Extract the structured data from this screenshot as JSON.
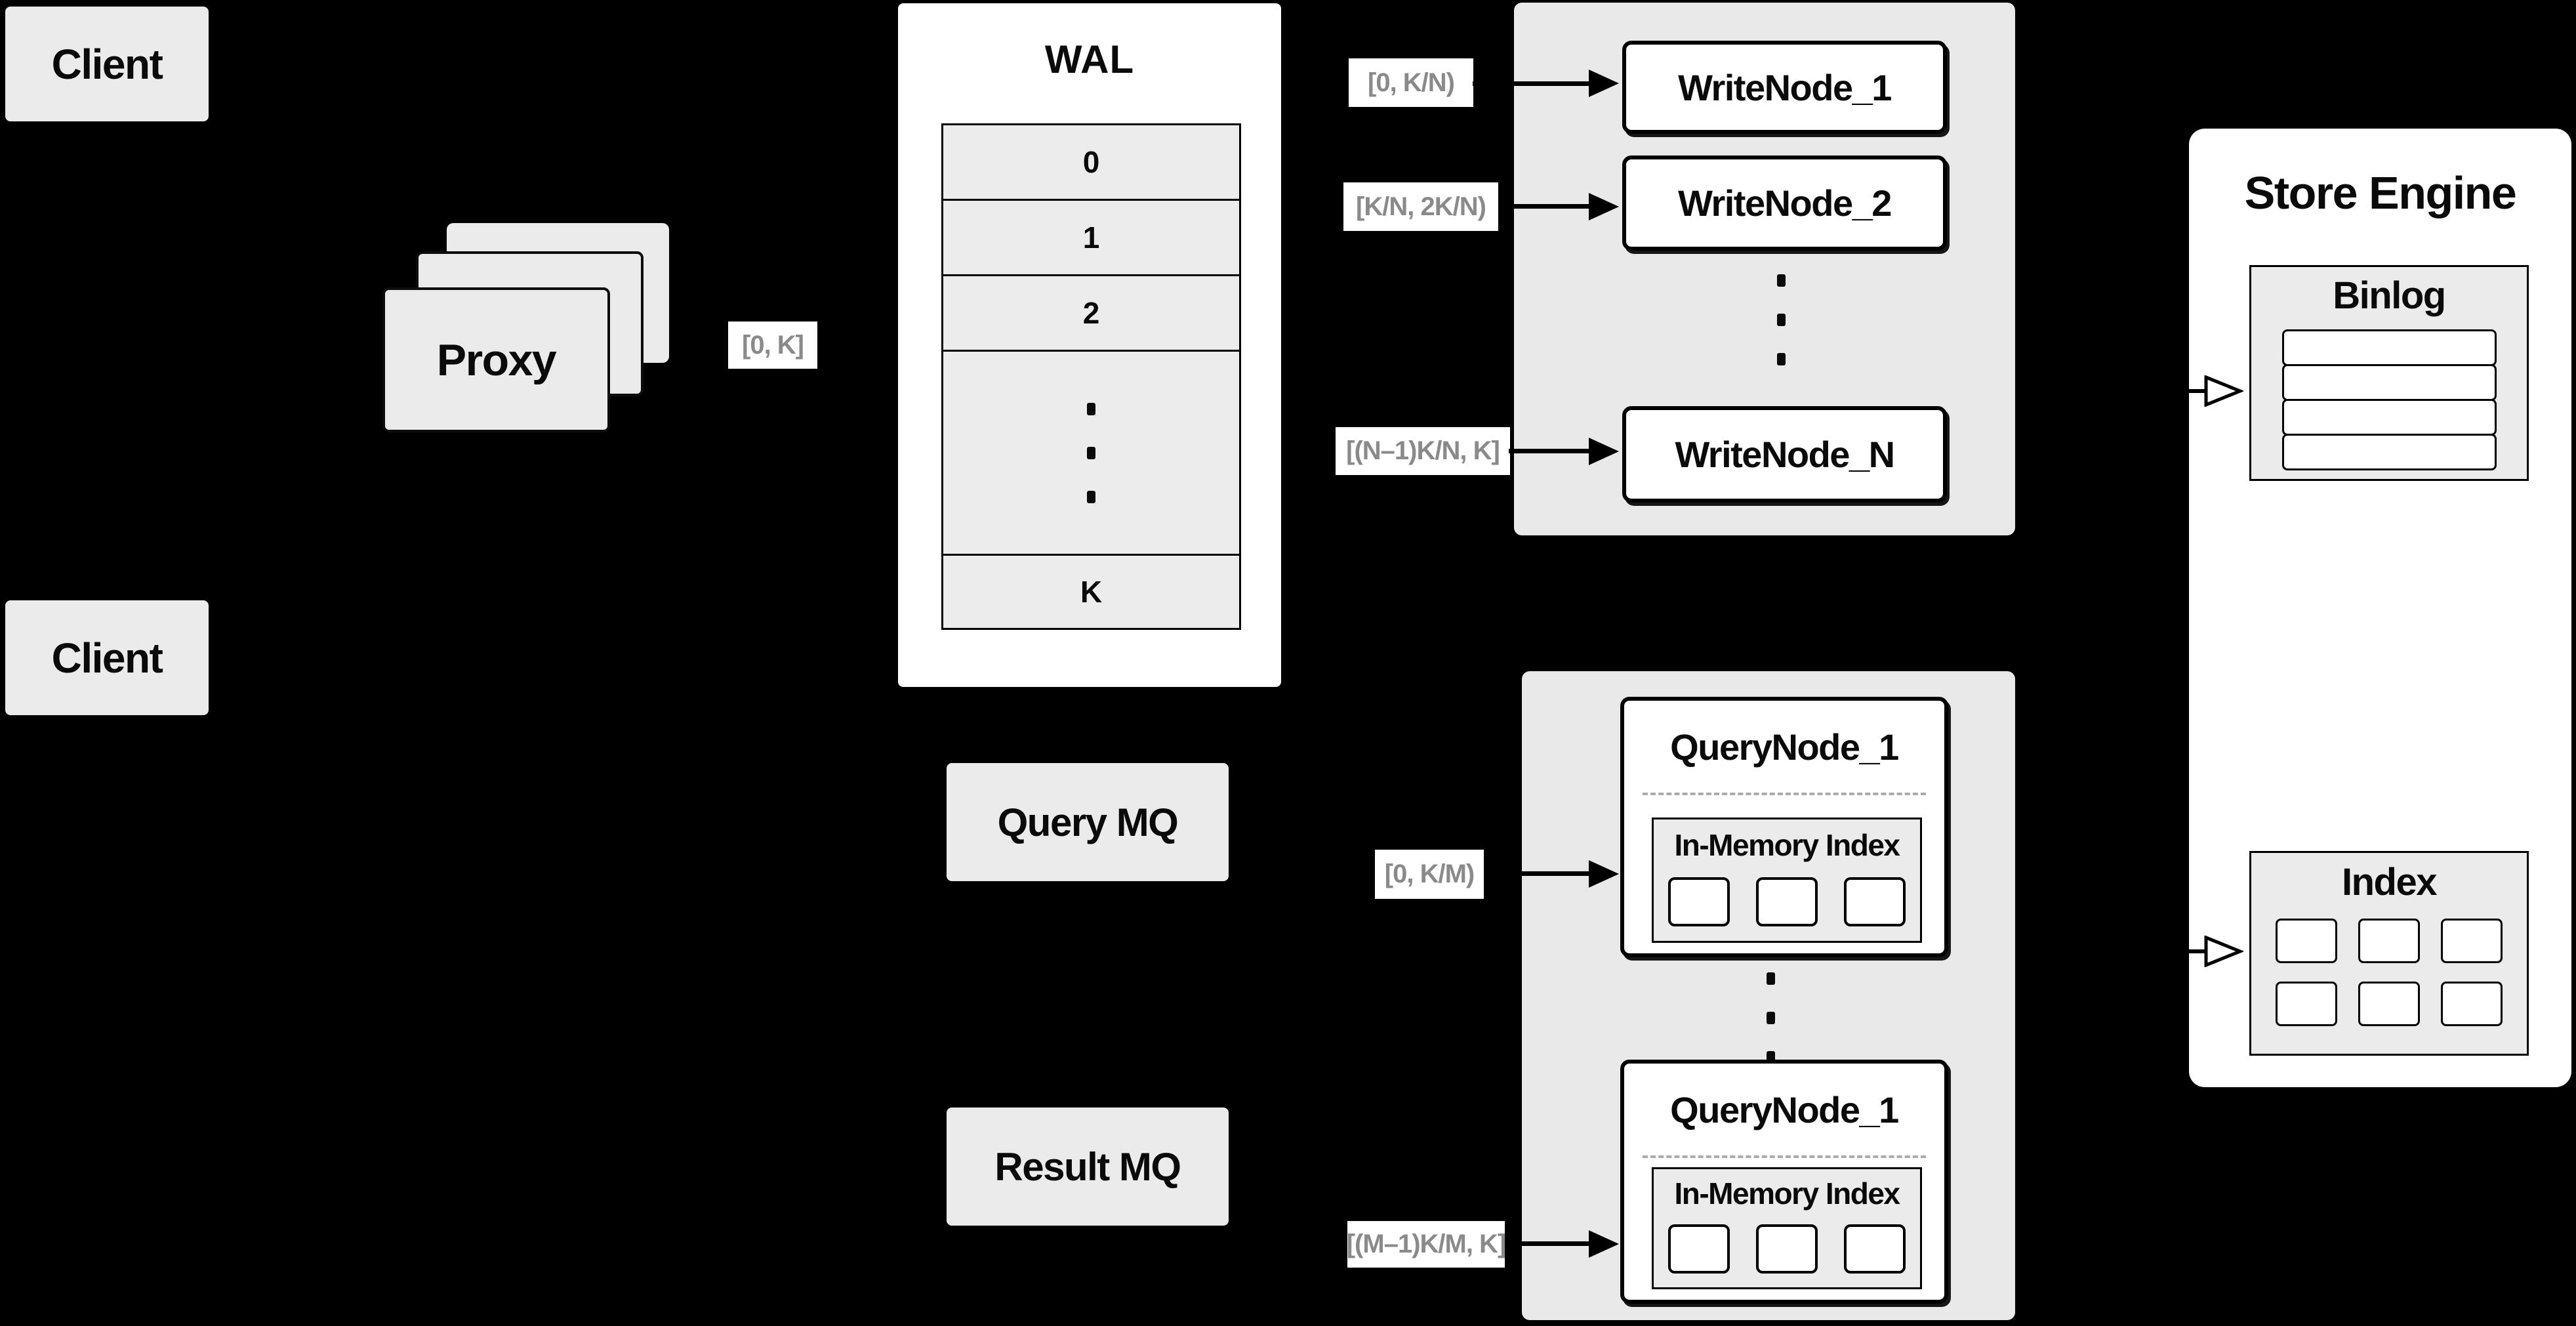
{
  "colors": {
    "background": "#000000",
    "box_gray": "#ebebeb",
    "cluster_gray": "#e9e9e9",
    "white": "#ffffff",
    "border": "#000000",
    "range_label_text": "#8a8a8a",
    "dashed_separator": "#ababab"
  },
  "clients": {
    "top": "Client",
    "bottom": "Client"
  },
  "proxy": {
    "label": "Proxy"
  },
  "wal": {
    "title": "WAL",
    "rows": [
      "0",
      "1",
      "2"
    ],
    "tail_row": "K"
  },
  "range_labels": {
    "proxy_out": "[0, K]",
    "write_node_1": "[0, K/N)",
    "write_node_2": "[K/N, 2K/N)",
    "write_node_n": "[(N–1)K/N, K]",
    "query_node_top": "[0, K/M)",
    "query_node_bottom": "[(M–1)K/M, K]"
  },
  "write_cluster": {
    "node_1": "WriteNode_1",
    "node_2": "WriteNode_2",
    "node_n": "WriteNode_N"
  },
  "query_cluster": {
    "top": {
      "name": "QueryNode_1",
      "inner_title": "In-Memory Index"
    },
    "bottom": {
      "name": "QueryNode_1",
      "inner_title": "In-Memory Index"
    }
  },
  "queues": {
    "query_mq": "Query MQ",
    "result_mq": "Result MQ"
  },
  "store_engine": {
    "title": "Store Engine",
    "binlog_title": "Binlog",
    "index_title": "Index"
  }
}
